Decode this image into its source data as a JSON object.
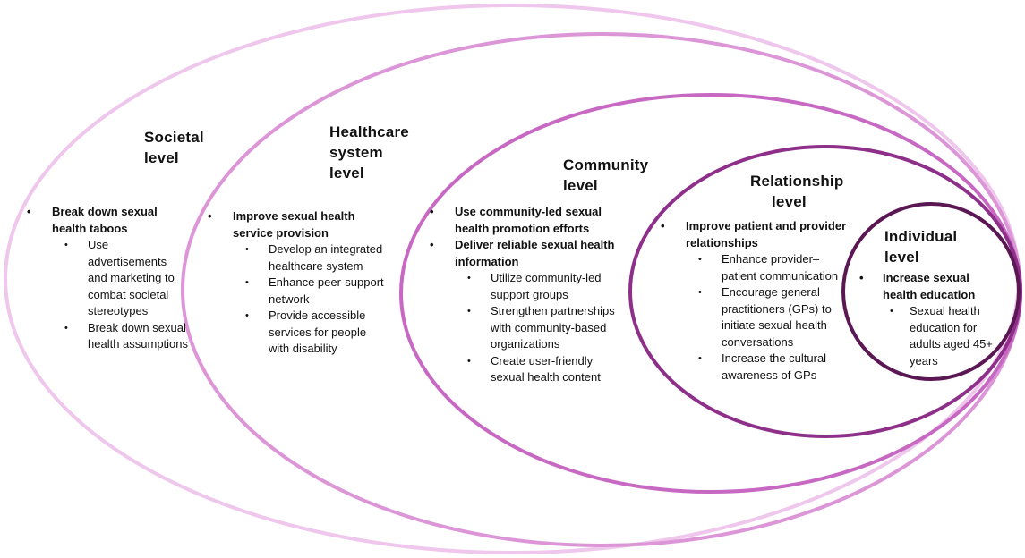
{
  "colors": {
    "societal": "#efc6ec",
    "healthcare": "#dc95d7",
    "community": "#c768c3",
    "relationship": "#8e2f8a",
    "individual": "#5a1753"
  },
  "levels": {
    "societal": {
      "title": [
        "Societal",
        "level"
      ],
      "points": [
        {
          "text": "Break down sexual health taboos",
          "sub": [
            "Use advertisements and marketing to combat societal stereotypes",
            "Break down sexual health assumptions"
          ]
        }
      ]
    },
    "healthcare": {
      "title": [
        "Healthcare",
        "system",
        "level"
      ],
      "points": [
        {
          "text": "Improve sexual health service provision",
          "sub": [
            "Develop an integrated healthcare system",
            "Enhance peer-support network",
            "Provide accessible services for people with disability"
          ]
        }
      ]
    },
    "community": {
      "title": [
        "Community",
        "level"
      ],
      "points": [
        {
          "text": "Use community-led sexual health promotion efforts",
          "sub": []
        },
        {
          "text": "Deliver reliable sexual health information",
          "sub": [
            "Utilize community-led support groups",
            "Strengthen partnerships with community-based organizations",
            "Create user-friendly sexual health content"
          ]
        }
      ]
    },
    "relationship": {
      "title": [
        "Relationship",
        "level"
      ],
      "points": [
        {
          "text": "Improve patient and provider relationships",
          "sub": [
            "Enhance provider–patient communication",
            "Encourage general practitioners (GPs) to initiate sexual health conversations",
            "Increase the cultural awareness of GPs"
          ]
        }
      ]
    },
    "individual": {
      "title": [
        "Individual",
        "level"
      ],
      "points": [
        {
          "text": "Increase sexual health education",
          "sub": [
            "Sexual health education for adults aged 45+ years"
          ]
        }
      ]
    }
  }
}
